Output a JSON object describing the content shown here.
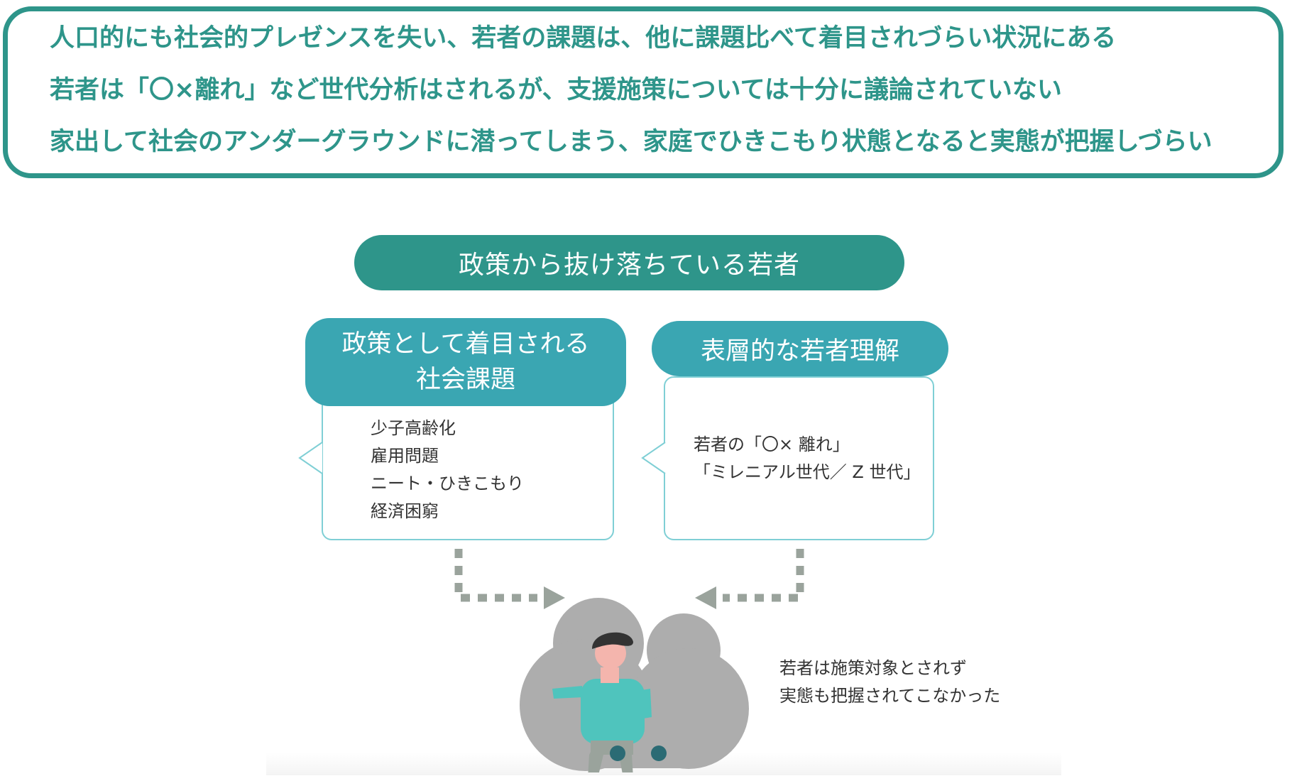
{
  "summary": {
    "lines": [
      "人口的にも社会的プレゼンスを失い、若者の課題は、他に課題比べて着目されづらい状況にある",
      "若者は「〇×離れ」など世代分析はされるが、支援施策については十分に議論されていない",
      "家出して社会のアンダーグラウンドに潜ってしまう、家庭でひきこもり状態となると実態が把握しづらい"
    ]
  },
  "diagram": {
    "title": "政策から抜け落ちている若者",
    "left_card": {
      "header_lines": [
        "政策として着目される",
        "社会課題"
      ],
      "items": [
        "少子高齢化",
        "雇用問題",
        "ニート・ひきこもり",
        "経済困窮"
      ]
    },
    "right_card": {
      "header": "表層的な若者理解",
      "items": [
        "若者の「〇× 離れ」",
        "「ミレニアル世代／ Z 世代」"
      ]
    },
    "caption_lines": [
      "若者は施策対象とされず",
      "実態も把握されてこなかった"
    ]
  },
  "colors": {
    "primary": "#2e958a",
    "header": "#3aa6b2",
    "card_border": "#7fcfd5",
    "arrow": "#9aa39c",
    "cloud": "#adadad",
    "shirt": "#4fc4bd",
    "pants": "#9aa39c",
    "skin": "#f4b5ad",
    "hair": "#333333",
    "shoes": "#2b6b74"
  }
}
